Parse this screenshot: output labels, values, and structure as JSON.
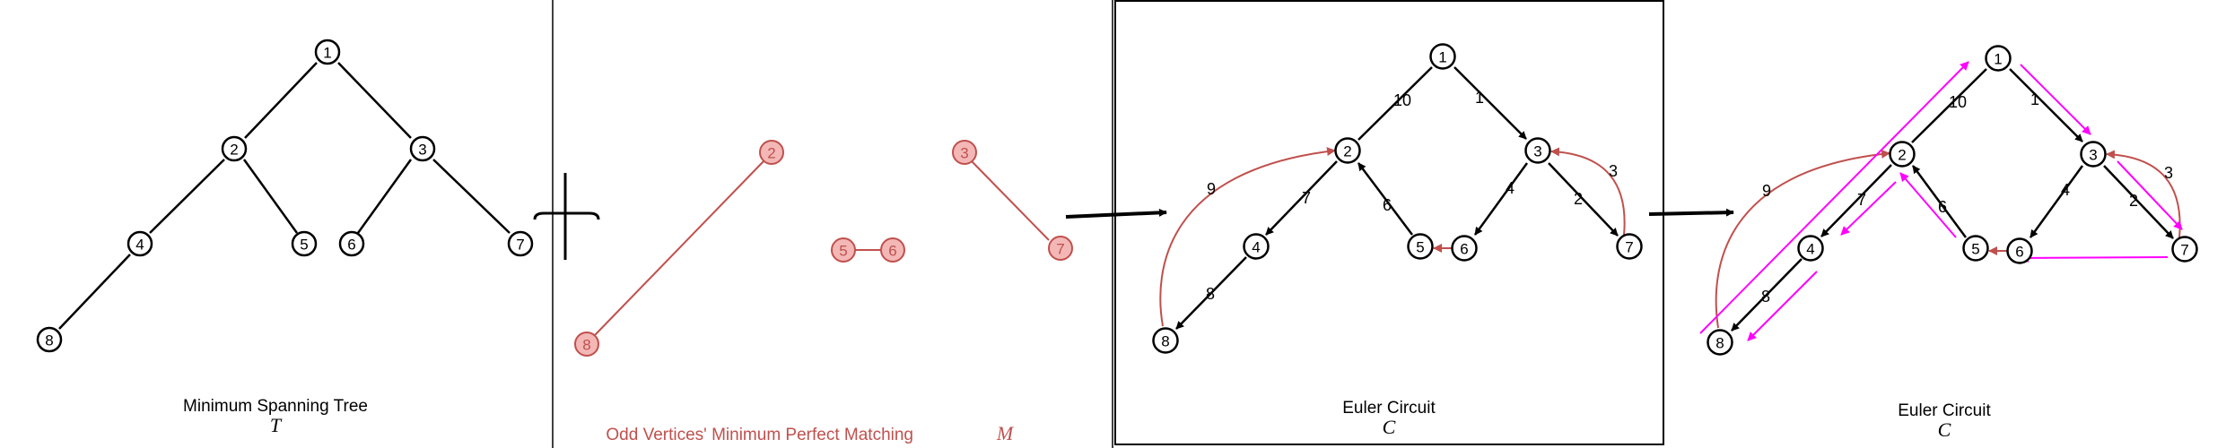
{
  "colors": {
    "black": "#000000",
    "matching": "#c0504d",
    "matching_fill": "#f3b8b6",
    "traversal": "#ff00ff",
    "node_fill": "#ffffff"
  },
  "panels": {
    "mst": {
      "caption": "Minimum Spanning Tree",
      "symbol": "T",
      "nodes": [
        "1",
        "2",
        "3",
        "4",
        "5",
        "6",
        "7",
        "8"
      ]
    },
    "plus_sign": "+",
    "matching": {
      "caption": "Odd Vertices' Minimum Perfect Matching",
      "symbol": "M",
      "nodes": [
        "2",
        "8",
        "5",
        "6",
        "3",
        "7"
      ]
    },
    "euler": {
      "caption": "Euler Circuit",
      "symbol": "C",
      "nodes": [
        "1",
        "2",
        "3",
        "4",
        "5",
        "6",
        "7",
        "8"
      ],
      "edge_labels": [
        "10",
        "1",
        "3",
        "9",
        "7",
        "6",
        "4",
        "2",
        "8"
      ]
    },
    "euler_traced": {
      "caption": "Euler Circuit",
      "symbol": "C",
      "nodes": [
        "1",
        "2",
        "3",
        "4",
        "5",
        "6",
        "7",
        "8"
      ],
      "edge_labels": [
        "10",
        "1",
        "3",
        "9",
        "7",
        "6",
        "4",
        "2",
        "8"
      ]
    }
  }
}
